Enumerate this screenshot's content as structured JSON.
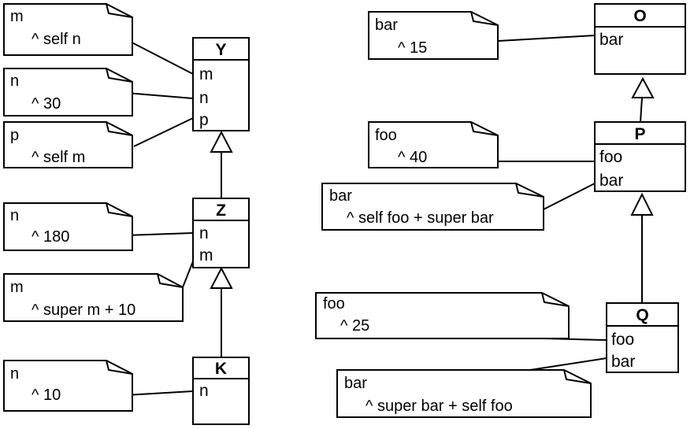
{
  "classes": {
    "Y": {
      "name": "Y",
      "members": [
        "m",
        "n",
        "p"
      ]
    },
    "Z": {
      "name": "Z",
      "members": [
        "n",
        "m"
      ]
    },
    "K": {
      "name": "K",
      "members": [
        "n"
      ]
    },
    "O": {
      "name": "O",
      "members": [
        "bar"
      ]
    },
    "P": {
      "name": "P",
      "members": [
        "foo",
        "bar"
      ]
    },
    "Q": {
      "name": "Q",
      "members": [
        "foo",
        "bar"
      ]
    }
  },
  "notes": {
    "y_m": {
      "selector": "m",
      "body": "^ self n"
    },
    "y_n": {
      "selector": "n",
      "body": "^ 30"
    },
    "y_p": {
      "selector": "p",
      "body": "^ self m"
    },
    "z_n": {
      "selector": "n",
      "body": "^ 180"
    },
    "z_m": {
      "selector": "m",
      "body": "^ super m + 10"
    },
    "k_n": {
      "selector": "n",
      "body": "^ 10"
    },
    "o_bar": {
      "selector": "bar",
      "body": "^ 15"
    },
    "p_foo": {
      "selector": "foo",
      "body": "^ 40"
    },
    "p_bar": {
      "selector": "bar",
      "body": "^ self foo + super bar"
    },
    "q_foo": {
      "selector": "foo",
      "body": "^ 25"
    },
    "q_bar": {
      "selector": "bar",
      "body": "^ super bar + self foo"
    }
  }
}
